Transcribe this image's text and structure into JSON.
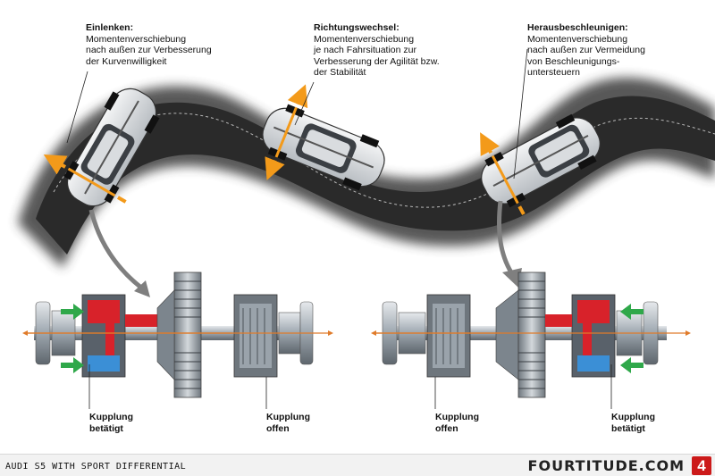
{
  "callouts": [
    {
      "title": "Einlenken:",
      "lines": [
        "Momentenverschiebung",
        "nach außen zur Verbesserung",
        "der Kurvenwilligkeit"
      ]
    },
    {
      "title": "Richtungswechsel:",
      "lines": [
        "Momentenverschiebung",
        "je nach Fahrsituation zur",
        "Verbesserung der Agilität bzw.",
        "der Stabilität"
      ]
    },
    {
      "title": "Herausbeschleunigen:",
      "lines": [
        "Momentenverschiebung",
        "nach außen zur Vermeidung",
        "von Beschleunigungs-",
        "untersteuern"
      ]
    }
  ],
  "diff_labels": {
    "left_engaged": [
      "Kupplung",
      "betätigt"
    ],
    "left_open": [
      "Kupplung",
      "offen"
    ],
    "right_open": [
      "Kupplung",
      "offen"
    ],
    "right_engaged": [
      "Kupplung",
      "betätigt"
    ]
  },
  "footer": {
    "caption": "AUDI S5 WITH SPORT DIFFERENTIAL",
    "brand": "FOURTITUDE.COM",
    "badge": "4"
  },
  "colors": {
    "road": "#2b2b2b",
    "torque_arrow": "#f39a1a",
    "engage_arrow": "#2fa84a",
    "clutch_red": "#d8222a",
    "clutch_blue": "#3b8fd6",
    "metal": "#9aa3ab",
    "pointer_arrow": "#7f7f7f"
  },
  "icons": [
    "car-icon",
    "gear-icon",
    "arrow-icon"
  ]
}
